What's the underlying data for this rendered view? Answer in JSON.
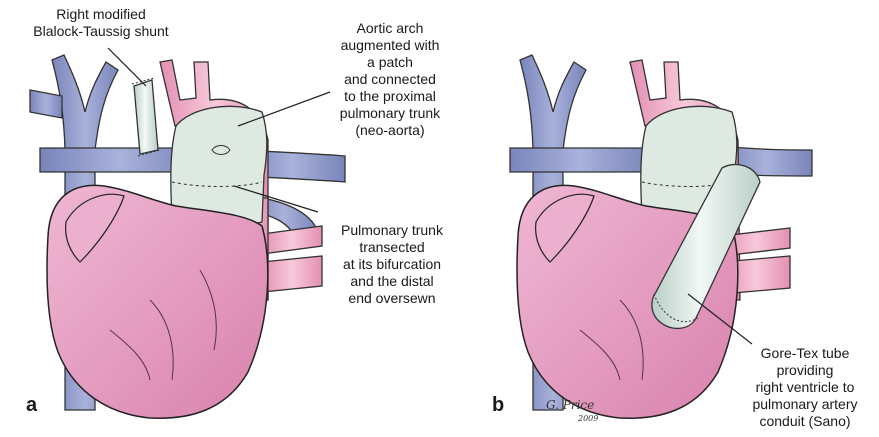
{
  "panels": {
    "a": {
      "letter": "a",
      "labels": {
        "shunt": "Right modified\nBlalock-Taussig shunt",
        "arch": "Aortic arch\naugmented with\na patch\nand connected\nto the proximal\npulmonary trunk\n(neo-aorta)",
        "trunk": "Pulmonary trunk\ntransected\nat its bifurcation\nand the distal\nend oversewn"
      }
    },
    "b": {
      "letter": "b",
      "labels": {
        "gore": "Gore-Tex tube\nproviding\nright ventricle to\npulmonary artery\nconduit (Sano)"
      }
    }
  },
  "signature": {
    "name": "G. Price",
    "year": "2009"
  },
  "colors": {
    "heart": "#e39cc0",
    "heart_outline": "#222222",
    "vein": "#8f9ac7",
    "artery": "#eba3bf",
    "patch": "#dde9e1",
    "conduit": "#dce9e4",
    "shunt": "#d5ece6"
  }
}
